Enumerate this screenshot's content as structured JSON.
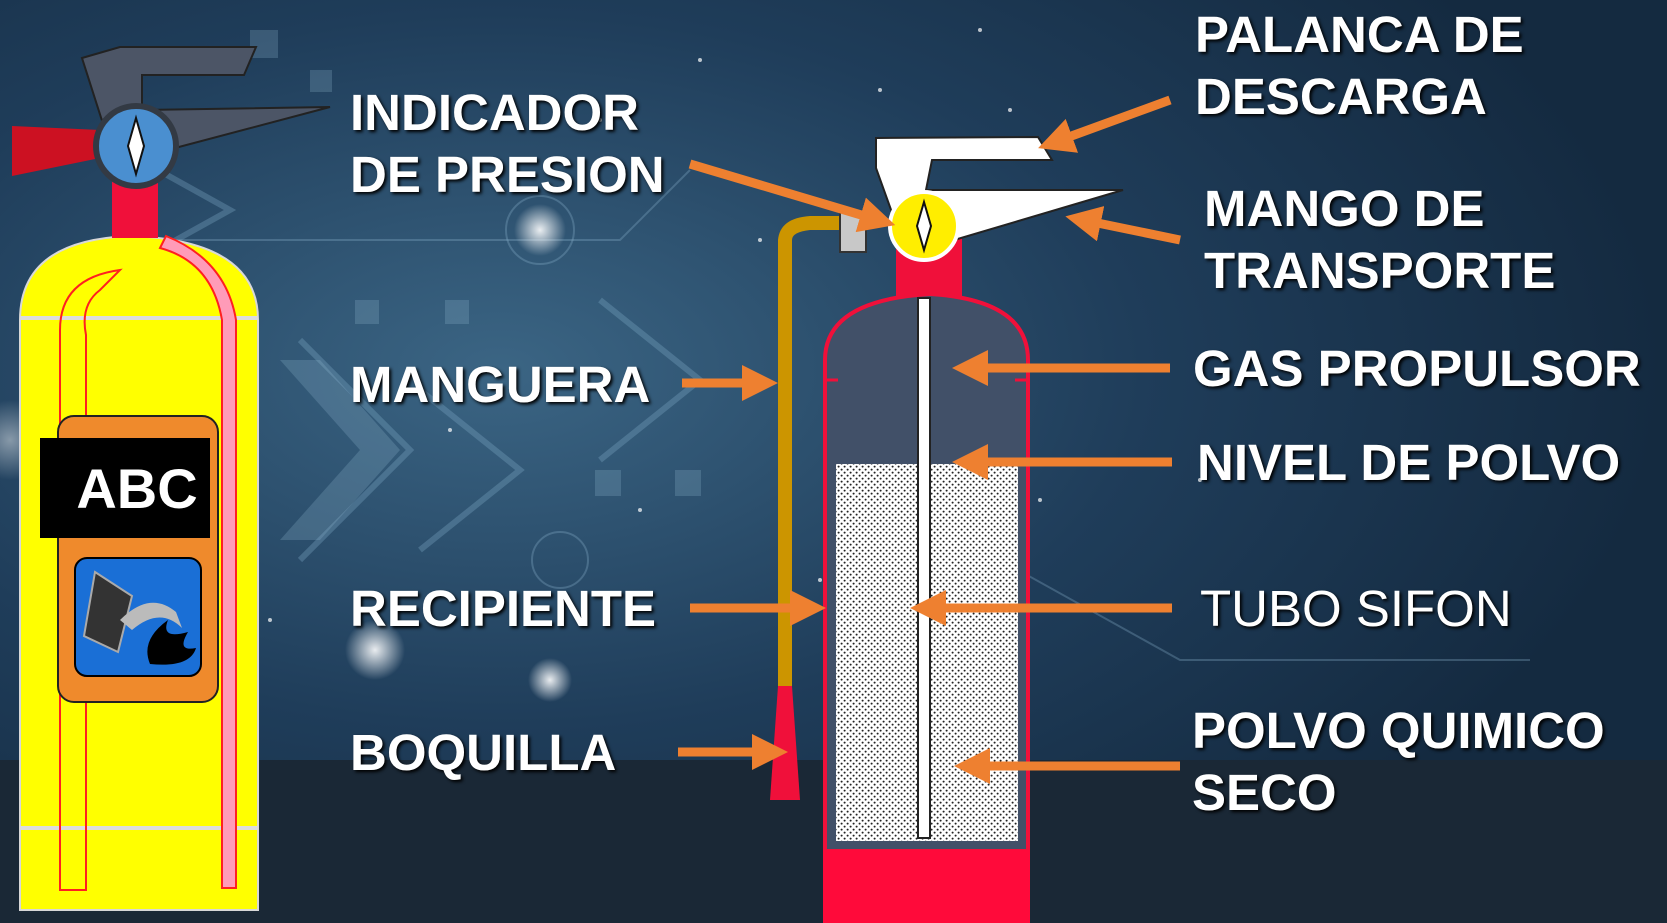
{
  "colors": {
    "background": "#1c3550",
    "arrow": "#ee8030",
    "extinguisher_red": "#f0103a",
    "left_body_yellow": "#ffff00",
    "hose": "#cc9500",
    "gas_chamber": "#415068",
    "gauge_yellow": "#ffee00"
  },
  "left_extinguisher": {
    "class_label": "ABC",
    "icons": [
      "pressure-gauge-icon",
      "fire-class-pictogram-icon"
    ]
  },
  "labels": {
    "indicador": "INDICADOR\nDE PRESION",
    "manguera": "MANGUERA",
    "recipiente": "RECIPIENTE",
    "boquilla": "BOQUILLA",
    "palanca": "PALANCA DE\nDESCARGA",
    "mango": "MANGO DE\nTRANSPORTE",
    "gas": "GAS PROPULSOR",
    "nivel": "NIVEL DE POLVO",
    "tubo": "TUBO SIFON",
    "polvo": "POLVO QUIMICO\nSECO"
  }
}
